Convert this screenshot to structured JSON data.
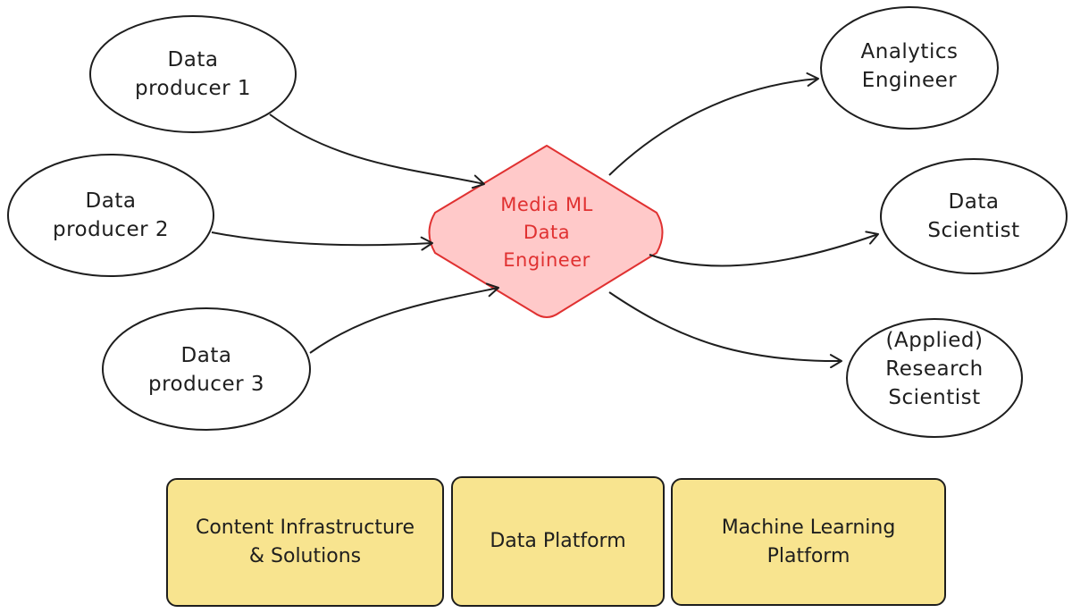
{
  "producers": [
    {
      "lines": [
        "Data",
        "producer 1"
      ]
    },
    {
      "lines": [
        "Data",
        "producer 2"
      ]
    },
    {
      "lines": [
        "Data",
        "producer 3"
      ]
    }
  ],
  "center": {
    "lines": [
      "Media ML",
      "Data",
      "Engineer"
    ]
  },
  "consumers": [
    {
      "lines": [
        "Analytics",
        "Engineer"
      ]
    },
    {
      "lines": [
        "Data",
        "Scientist"
      ]
    },
    {
      "lines": [
        "(Applied)",
        "Research",
        "Scientist"
      ]
    }
  ],
  "platforms": [
    {
      "lines": [
        "Content Infrastructure",
        "& Solutions"
      ]
    },
    {
      "lines": [
        "Data Platform"
      ]
    },
    {
      "lines": [
        "Machine Learning",
        "Platform"
      ]
    }
  ],
  "colors": {
    "stroke": "#1e1e1e",
    "center_fill": "#ffc9c9",
    "center_stroke": "#e03131",
    "center_text": "#e03131",
    "platform_fill": "#f8e48f"
  }
}
